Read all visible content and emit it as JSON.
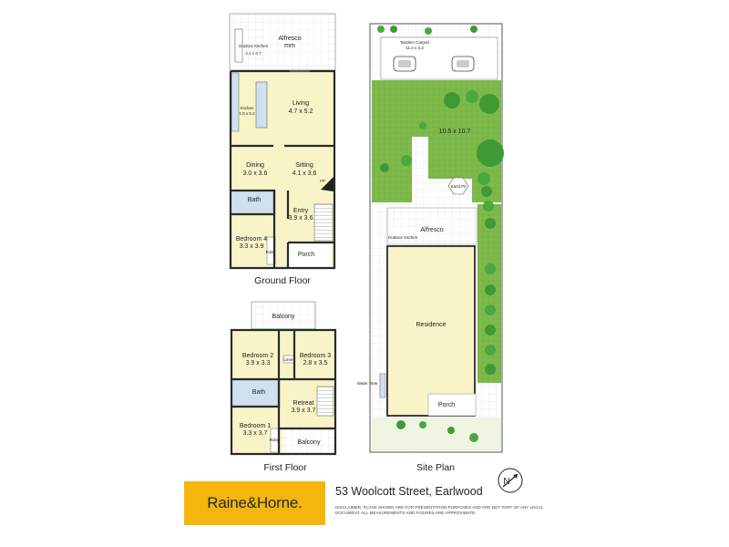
{
  "ground_floor": {
    "caption": "Ground Floor",
    "rooms": {
      "alfresco": {
        "name": "Alfresco",
        "size": "mm"
      },
      "outdoor_kitchen": {
        "name": "Outdoor Kitchen",
        "size": "2.1 x 3.7"
      },
      "living": {
        "name": "Living",
        "size": "4.7 x 5.2"
      },
      "kitchen": {
        "name": "Kitchen",
        "size": "1.9 x 5.2"
      },
      "dining": {
        "name": "Dining",
        "size": "3.0 x 3.6"
      },
      "sitting": {
        "name": "Sitting",
        "size": "4.1 x 3.6"
      },
      "bath": {
        "name": "Bath"
      },
      "entry": {
        "name": "Entry",
        "size": "3.9 x 3.6"
      },
      "bedroom4": {
        "name": "Bedroom 4",
        "size": "3.3 x 3.9"
      },
      "porch": {
        "name": "Porch"
      },
      "fp": "FP",
      "robe": "Robe"
    }
  },
  "first_floor": {
    "caption": "First Floor",
    "rooms": {
      "balcony_top": {
        "name": "Balcony"
      },
      "bedroom2": {
        "name": "Bedroom 2",
        "size": "3.9 x 3.3"
      },
      "bedroom3": {
        "name": "Bedroom 3",
        "size": "2.8 x 3.5"
      },
      "linen": "Linen",
      "bath": {
        "name": "Bath"
      },
      "retreat": {
        "name": "Retreat",
        "size": "3.9 x 3.7"
      },
      "bedroom1": {
        "name": "Bedroom 1",
        "size": "3.3 x 3.7"
      },
      "balcony_bottom": {
        "name": "Balcony"
      },
      "robe": "Robe"
    }
  },
  "site_plan": {
    "caption": "Site Plan",
    "tandem_carport": {
      "name": "Tandem Carport",
      "size": "11.3 x 3.3"
    },
    "yard": {
      "size": "10.5 x 10.7"
    },
    "sand_pit": "Sand Pit",
    "alfresco": {
      "name": "Alfresco"
    },
    "outdoor_kitchen": {
      "name": "Outdoor Kitchen"
    },
    "residence": {
      "name": "Residence"
    },
    "water_tank": "Water Tank",
    "porch": {
      "name": "Porch"
    }
  },
  "footer": {
    "brand": "Raine&Horne.",
    "address": "53 Woolcott Street, Earlwood",
    "disclaimer": "Disclaimer: Plans shown are for presentation purposes and are not part of any legal document. All measurements and figures are approximate.",
    "compass": "N"
  },
  "colors": {
    "floor": "#f8f4c8",
    "wet": "#cfe0ef",
    "deck": "#ffffff",
    "wall": "#2a2a2a",
    "lawn": "#7cb84a",
    "tree": "#3f9a35",
    "paving": "#f2f2f2",
    "brand": "#f5b50a"
  }
}
